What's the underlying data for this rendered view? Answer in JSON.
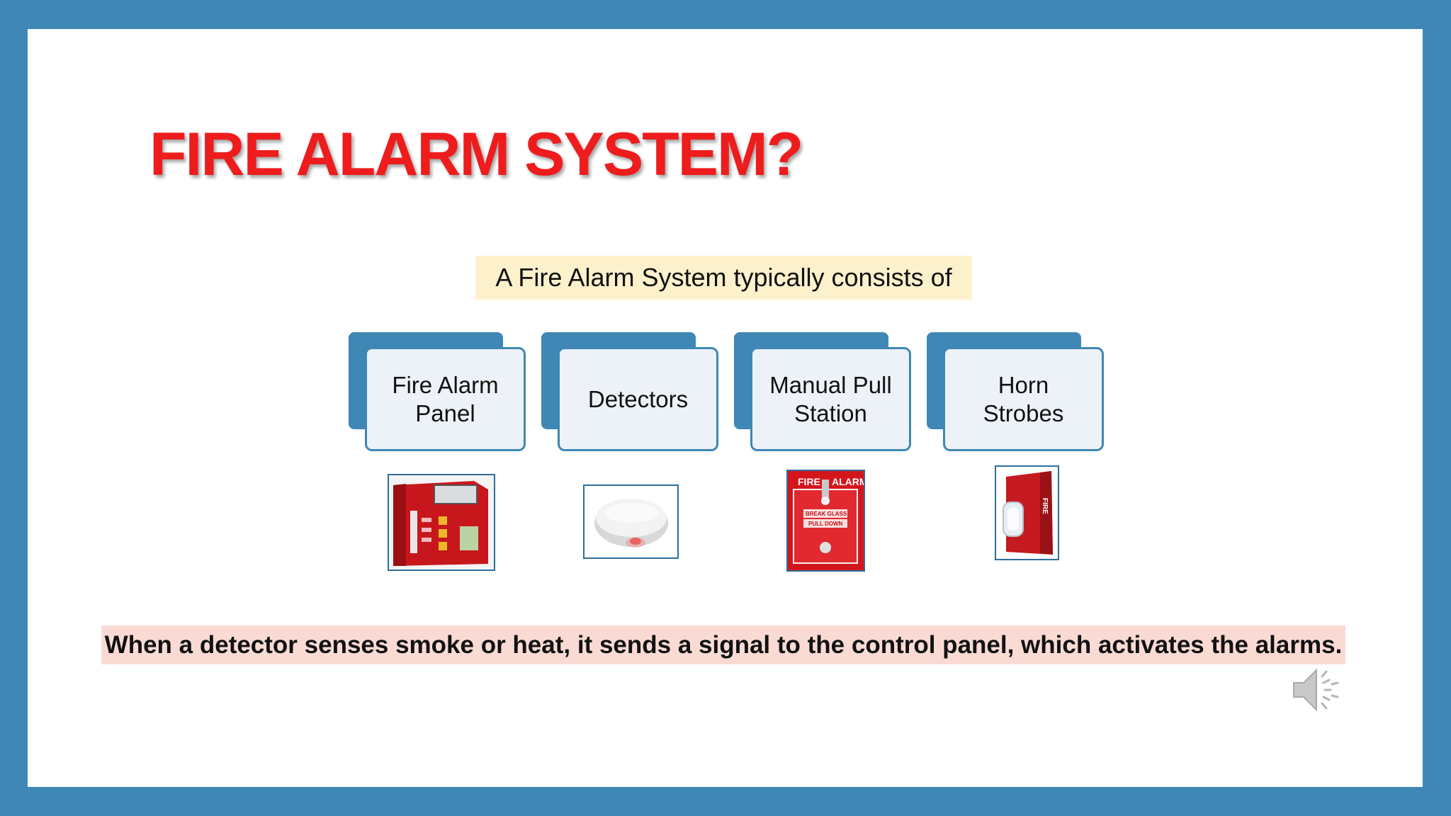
{
  "slide": {
    "title": "FIRE ALARM SYSTEM?",
    "subtitle": "A Fire Alarm System typically consists of",
    "components": [
      {
        "label": "Fire Alarm\nPanel",
        "image": "fire-alarm-panel-image"
      },
      {
        "label": "Detectors",
        "image": "smoke-detector-image"
      },
      {
        "label": "Manual Pull\nStation",
        "image": "manual-pull-station-image"
      },
      {
        "label": "Horn\nStrobes",
        "image": "horn-strobe-image"
      }
    ],
    "footer": "When a detector senses smoke or heat, it sends a signal to the control panel, which activates the alarms.",
    "pull_station_text": {
      "top_left": "FIRE",
      "top_right": "ALARM",
      "line1": "BREAK GLASS",
      "line2": "PULL DOWN"
    },
    "strobe_text": "FIRE",
    "audio_icon": "speaker-icon"
  },
  "colors": {
    "frame": "#3f87b5",
    "title": "#ee1c1c",
    "subtitle_bg": "#fdf1cc",
    "footer_bg": "#fadbd4",
    "card_fill": "#edf2f8"
  }
}
